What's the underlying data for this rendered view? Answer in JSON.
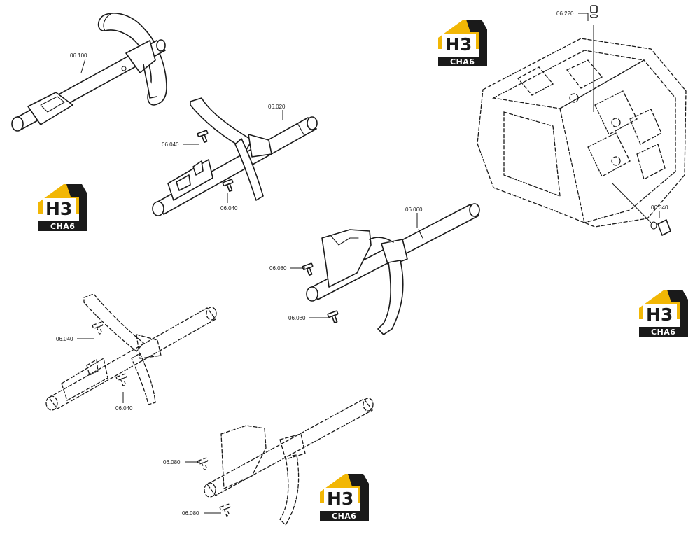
{
  "part_labels": {
    "p06_100": "06.100",
    "p06_020": "06.020",
    "p06_040_a": "06.040",
    "p06_040_b": "06.040",
    "p06_060": "06.060",
    "p06_080_a": "06.080",
    "p06_080_b": "06.080",
    "p06_040_c": "06.040",
    "p06_040_d": "06.040",
    "p06_080_c": "06.080",
    "p06_080_d": "06.080",
    "p06_220": "06.220",
    "p06_340": "06.340"
  },
  "watermark": {
    "mark": "H3",
    "name": "CHA6",
    "colors": {
      "roof": "#f2b705",
      "dark": "#1a1a1a",
      "text": "#ffffff"
    }
  }
}
